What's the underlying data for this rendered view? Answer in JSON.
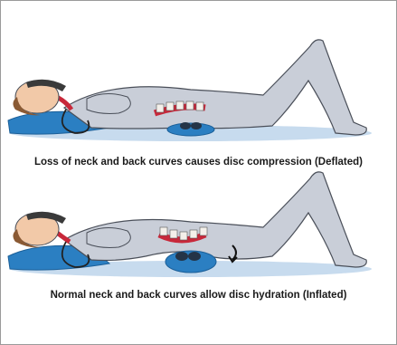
{
  "panels": [
    {
      "caption": "Loss of neck and back curves causes disc compression (Deflated)",
      "state": "deflated"
    },
    {
      "caption": "Normal neck and back curves allow disc hydration (Inflated)",
      "state": "inflated"
    }
  ],
  "colors": {
    "body": "#c9ced8",
    "body_outline": "#4a4f59",
    "pad": "#2b7fc2",
    "pad_dark": "#1b5f98",
    "hair": "#8a5a34",
    "skin": "#f2c9a8",
    "strap": "#3a3a3a",
    "spine_red": "#c8283a",
    "vertebra": "#f4f0ea"
  }
}
